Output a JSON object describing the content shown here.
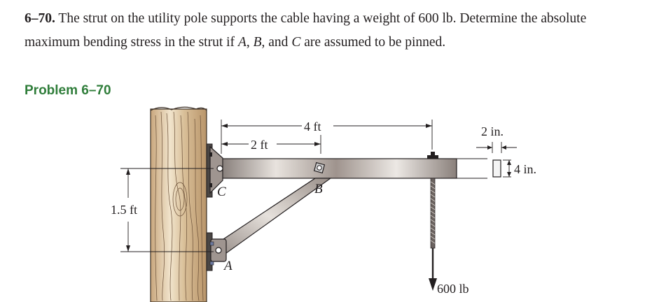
{
  "problem": {
    "number": "6–70.",
    "text_before_points": "The strut on the utility pole supports the cable having a weight of 600 lb. Determine the absolute maximum bending stress in the strut if ",
    "point_a": "A",
    "sep1": ", ",
    "point_b": "B",
    "sep2": ", and ",
    "point_c": "C",
    "text_after_points": " are assumed to be pinned."
  },
  "figure": {
    "heading": "Problem 6–70",
    "dims": {
      "total_length": "4 ft",
      "ab_length": "2 ft",
      "vertical": "1.5 ft",
      "section_width": "2 in.",
      "section_height": "4 in."
    },
    "labels": {
      "c": "C",
      "b": "B",
      "a": "A"
    },
    "load": "600 lb"
  }
}
